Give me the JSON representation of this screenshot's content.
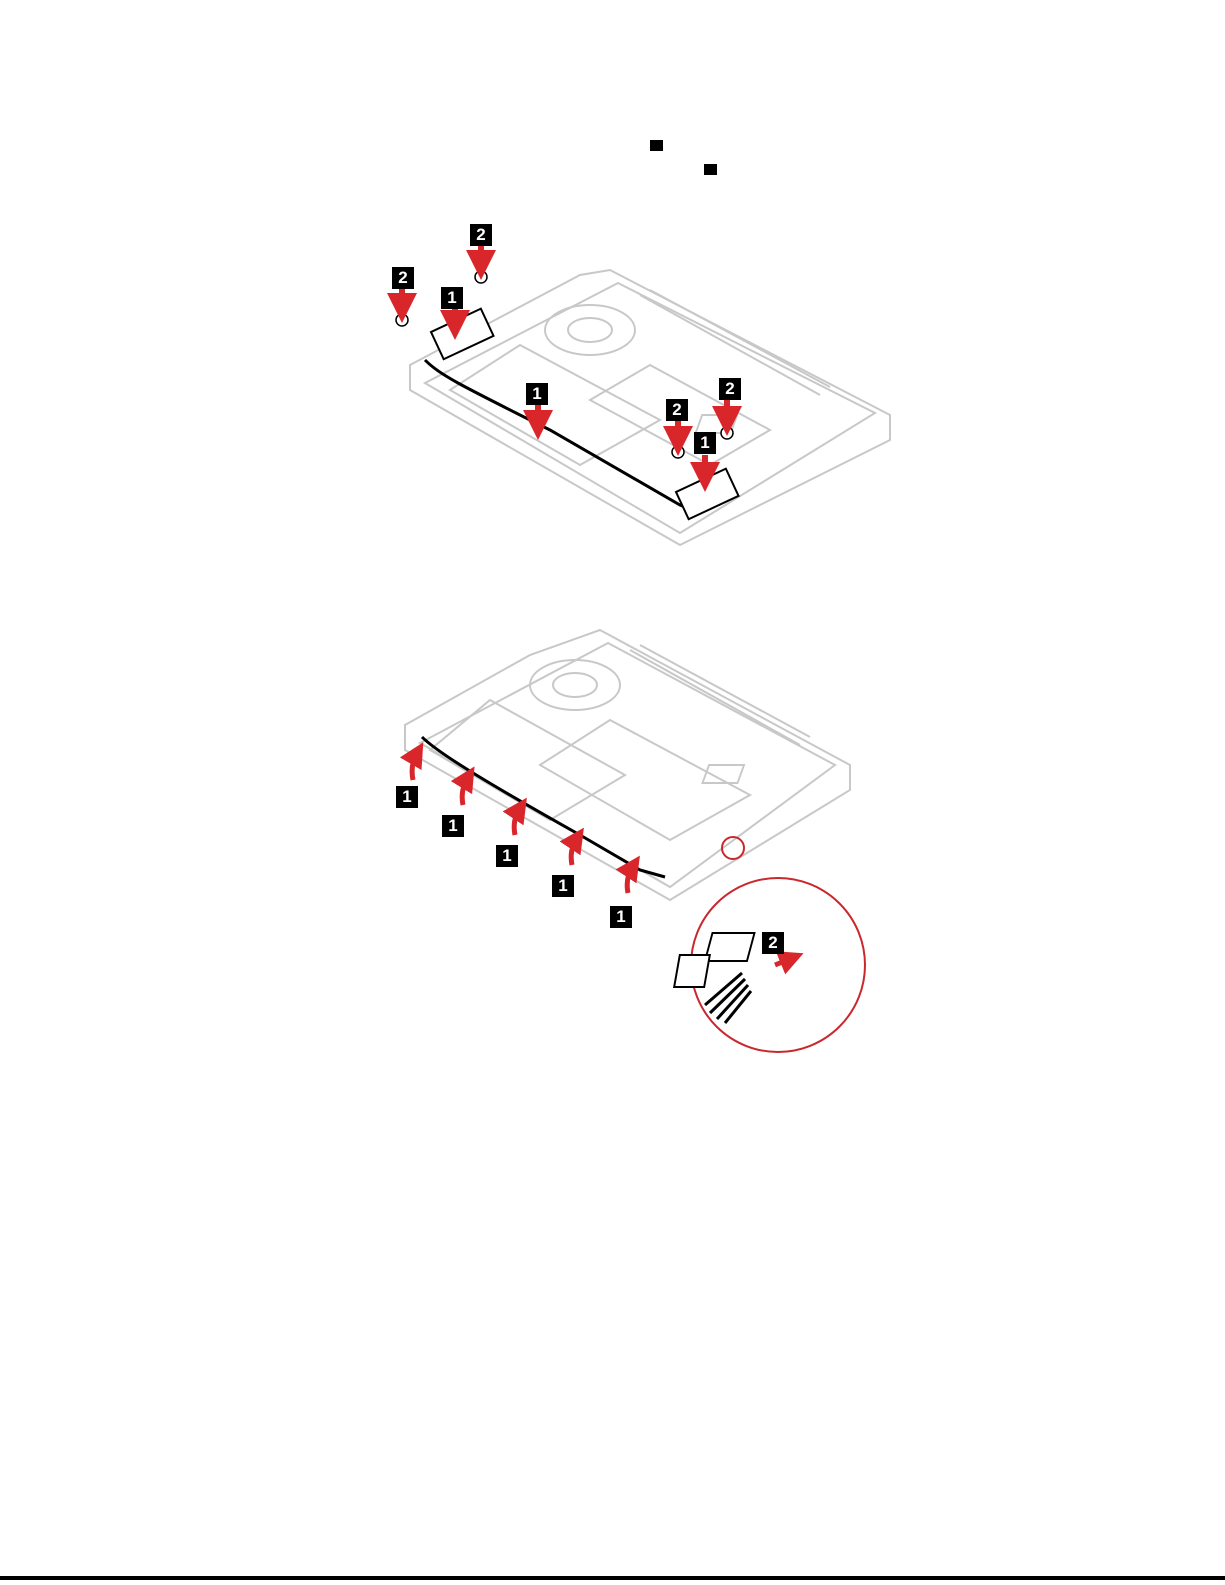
{
  "figure1": {
    "callouts": [
      "2",
      "2",
      "1",
      "1",
      "2",
      "2",
      "1"
    ],
    "colors": {
      "arrow": "#d8262b",
      "line": "#000000",
      "body": "#c8c8c8"
    }
  },
  "figure2": {
    "callouts": [
      "1",
      "1",
      "1",
      "1",
      "1",
      "2"
    ],
    "colors": {
      "arrow": "#d8262b",
      "circle": "#c9282d",
      "line": "#000000",
      "body": "#c8c8c8"
    }
  }
}
